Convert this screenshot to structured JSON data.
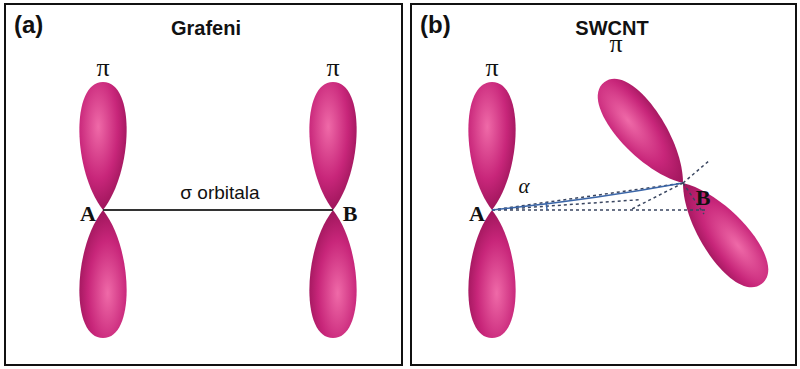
{
  "diagram": {
    "nodes": [
      {
        "text": [
          "(a)",
          "Grafeni"
        ]
      },
      {
        "text": [
          "(b)",
          "SWCNT"
        ]
      }
    ],
    "labels": [
      "π",
      "π",
      "A",
      "σ orbitala",
      "B",
      "π",
      "π",
      "A",
      "α",
      "B"
    ]
  }
}
